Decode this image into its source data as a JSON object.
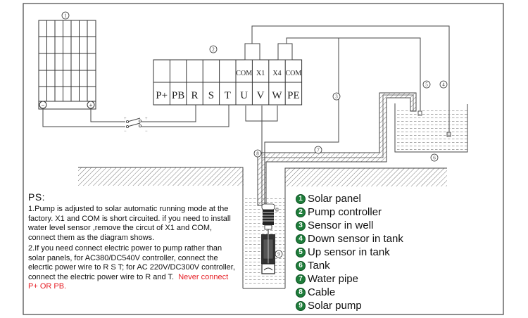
{
  "diagram": {
    "callouts": {
      "solar_panel": "1",
      "controller": "2",
      "sensor_well": "3",
      "down_sensor": "4",
      "up_sensor": "5",
      "tank": "6",
      "pipe": "7",
      "cable": "8",
      "pump": "9"
    },
    "panel_terminals": {
      "negative": "−",
      "positive": "+"
    },
    "switch_marks": {
      "plus": "+",
      "minus": "−"
    },
    "controller": {
      "top_row": [
        "",
        "",
        "",
        "",
        "",
        "COM",
        "X1",
        "X4",
        "COM"
      ],
      "bottom_row": [
        "P+",
        "PB",
        "R",
        "S",
        "T",
        "U",
        "V",
        "W",
        "PE"
      ]
    }
  },
  "notes": {
    "title": "PS:",
    "p1": "1.Pump is adjusted to solar automatic running mode at the factory.   X1 and COM is short circuited. if you need to install water level sensor ,remove the circut of X1 and COM, connect them as the diagram shows.",
    "p2_main": "2.If you need connect electric power to pump rather than solar panels, for AC380/DC540V controller, connect the elecrtic power wire to  R S T; for AC 220V/DC300V controller, connect the electric power wire to R and T.",
    "p2_warning": "Never connect P+ OR PB."
  },
  "legend": {
    "accent_color": "#1e7d3a",
    "warning_color": "#e51c23",
    "items": [
      {
        "num": "1",
        "label": "Solar panel"
      },
      {
        "num": "2",
        "label": "Pump controller"
      },
      {
        "num": "3",
        "label": "Sensor in well"
      },
      {
        "num": "4",
        "label": "Down sensor in tank"
      },
      {
        "num": "5",
        "label": "Up sensor in tank"
      },
      {
        "num": "6",
        "label": "Tank"
      },
      {
        "num": "7",
        "label": "Water pipe"
      },
      {
        "num": "8",
        "label": "Cable"
      },
      {
        "num": "9",
        "label": "Solar pump"
      }
    ]
  }
}
